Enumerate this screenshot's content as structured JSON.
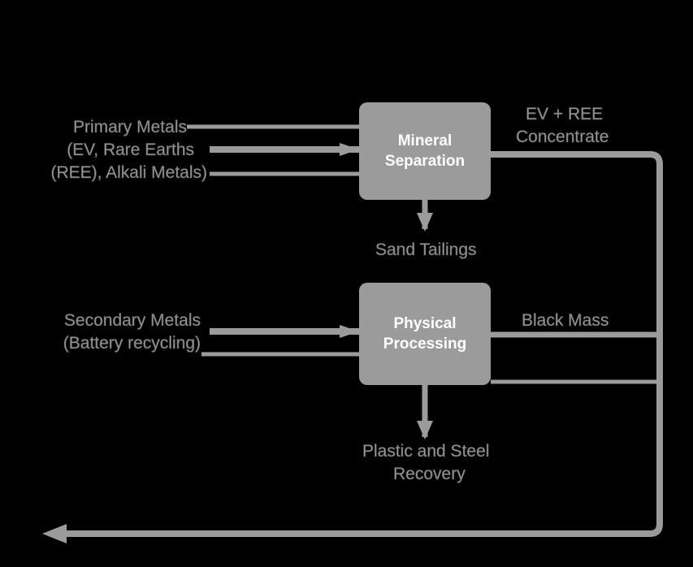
{
  "colors": {
    "background": "#000000",
    "box_fill": "#9b9b9b",
    "box_text": "#ffffff",
    "line": "#9b9b9b",
    "label_text": "#9b9b9b"
  },
  "boxes": {
    "mineral_separation": "Mineral\nSeparation",
    "physical_processing": "Physical\nProcessing"
  },
  "labels": {
    "primary_metals": [
      "Primary Metals",
      "(EV, Rare Earths",
      "(REE), Alkali Metals)"
    ],
    "secondary_metals": [
      "Secondary Metals",
      "(Battery recycling)"
    ],
    "ev_ree": [
      "EV + REE",
      "Concentrate"
    ],
    "sand_tailings": "Sand Tailings",
    "black_mass": "Black Mass",
    "plastic_steel": [
      "Plastic and Steel",
      "Recovery"
    ]
  }
}
